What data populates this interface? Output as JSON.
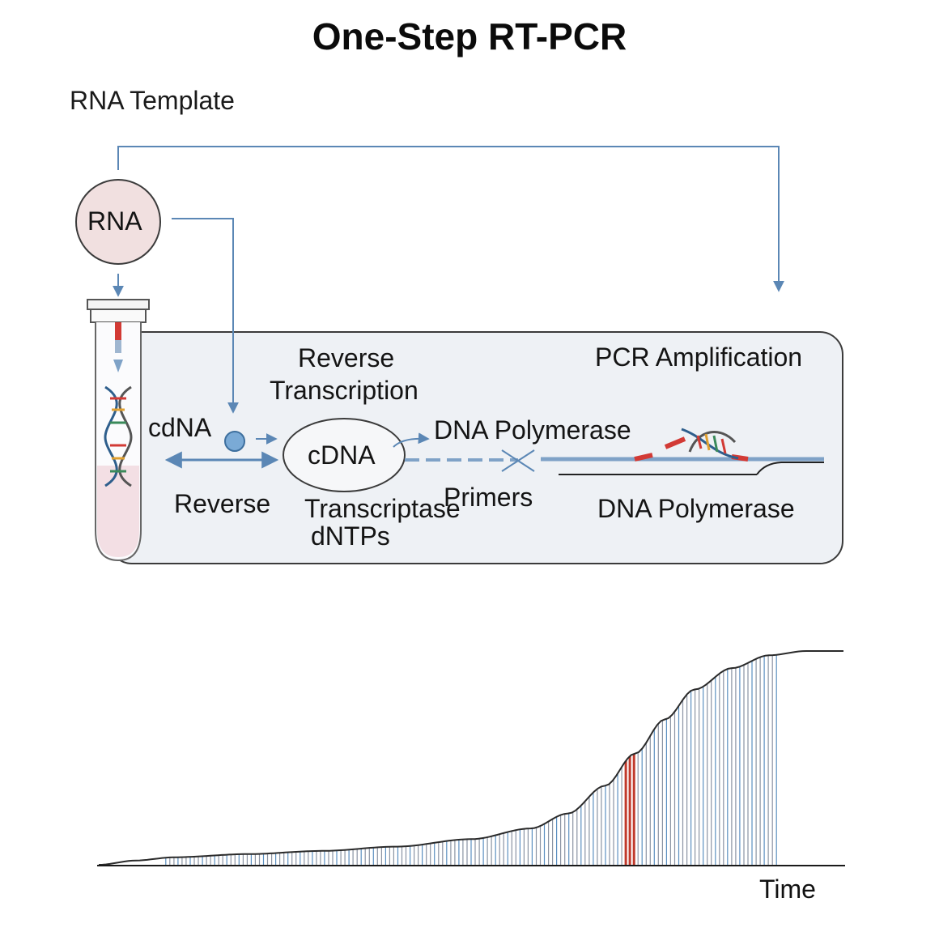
{
  "title": "One-Step RT-PCR",
  "subtitle": "RNA Template",
  "nodes": {
    "rna": "RNA",
    "cdna_left": "cdNA",
    "cdna_center": "cDNA"
  },
  "labels": {
    "reverse_transcription_1": "Reverse",
    "reverse_transcription_2": "Transcription",
    "pcr_amplification": "PCR Amplification",
    "dna_polymerase_top": "DNA Polymerase",
    "reverse": "Reverse",
    "transcriptase": "Transcriptase",
    "primers": "Primers",
    "dntps": "dNTPs",
    "dna_polymerase_bottom": "DNA Polymerase"
  },
  "chart_data": {
    "type": "area",
    "xlabel": "Time",
    "ylabel": "",
    "description_points": [
      [
        0.0,
        0.0
      ],
      [
        0.05,
        0.02
      ],
      [
        0.1,
        0.035
      ],
      [
        0.2,
        0.05
      ],
      [
        0.3,
        0.065
      ],
      [
        0.4,
        0.085
      ],
      [
        0.5,
        0.12
      ],
      [
        0.58,
        0.17
      ],
      [
        0.63,
        0.24
      ],
      [
        0.68,
        0.37
      ],
      [
        0.72,
        0.52
      ],
      [
        0.76,
        0.68
      ],
      [
        0.8,
        0.82
      ],
      [
        0.85,
        0.92
      ],
      [
        0.9,
        0.98
      ],
      [
        0.95,
        1.0
      ],
      [
        1.0,
        1.0
      ]
    ],
    "highlight_x": 0.712,
    "colors": {
      "line": "#2a2a2a",
      "bar": "#8a93a3",
      "bar_blue": "#5b8fc0",
      "highlight": "#c0392b"
    }
  },
  "colors": {
    "accent": "#5b87b5",
    "panel_bg": "#eef1f5",
    "rna_fill": "#f1e0e0",
    "red": "#d23a35"
  }
}
